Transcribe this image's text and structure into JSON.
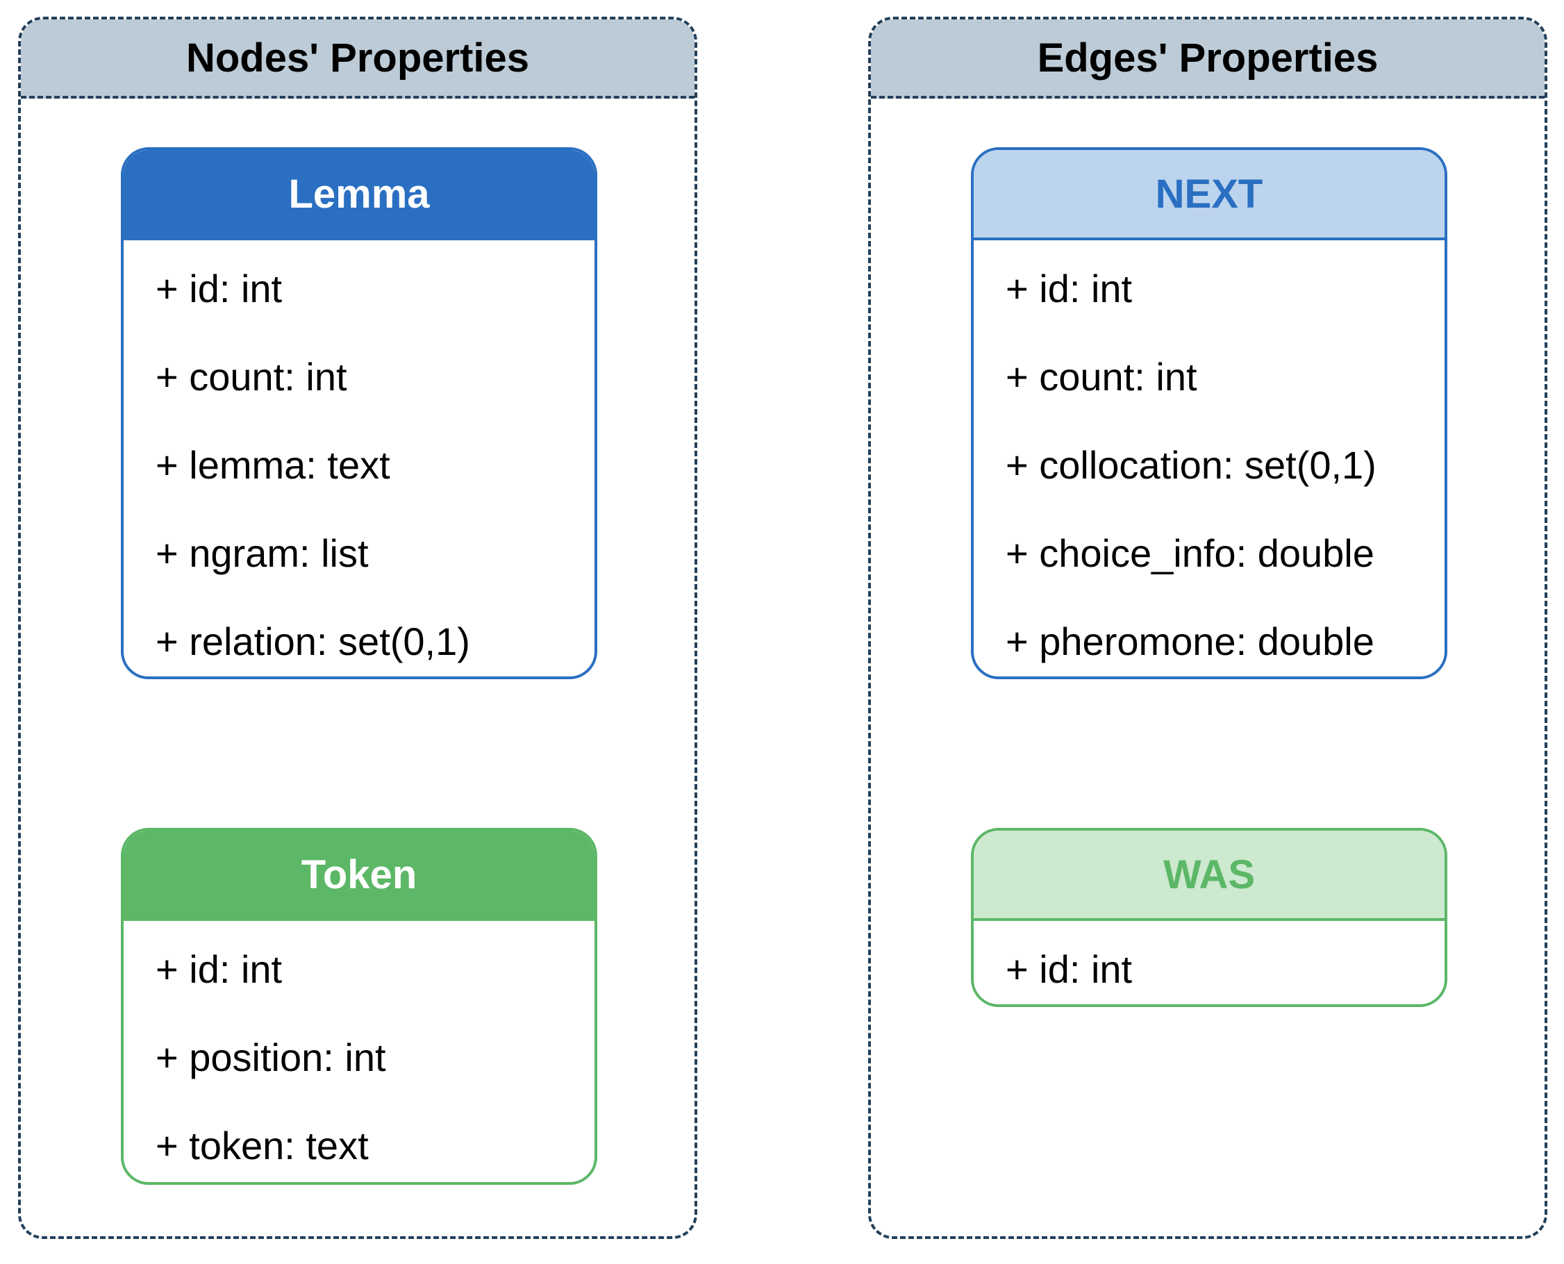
{
  "nodes_panel": {
    "title": "Nodes' Properties",
    "entities": {
      "lemma": {
        "name": "Lemma",
        "fields": [
          "+ id: int",
          "+ count: int",
          "+ lemma: text",
          "+ ngram: list",
          "+ relation: set(0,1)"
        ]
      },
      "token": {
        "name": "Token",
        "fields": [
          "+ id: int",
          "+ position: int",
          "+ token: text"
        ]
      }
    }
  },
  "edges_panel": {
    "title": "Edges' Properties",
    "entities": {
      "next": {
        "name": "NEXT",
        "fields": [
          "+ id: int",
          "+ count: int",
          "+ collocation: set(0,1)",
          "+ choice_info: double",
          "+ pheromone: double"
        ]
      },
      "was": {
        "name": "WAS",
        "fields": [
          "+ id: int"
        ]
      }
    }
  },
  "colors": {
    "panel_border": "#23405a",
    "panel_header_bg": "#bccbd6",
    "blue": "#2a6fc1",
    "blue_light": "#bdd4ee",
    "green": "#5cb767",
    "green_light": "#cde9cf"
  }
}
